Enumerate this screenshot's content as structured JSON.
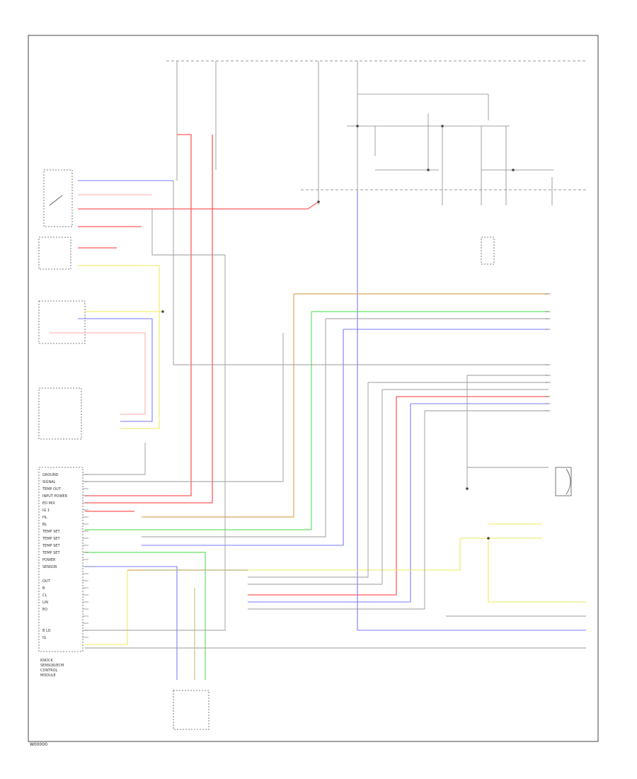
{
  "components": {
    "module": {
      "title": [
        "KNOCK",
        "SENSOR/ECM",
        "CONTROL",
        "MODULE"
      ],
      "pins": [
        "GROUND",
        "SIGNAL",
        "TEMP OUT",
        "INPUT POWER",
        "EO MIX",
        "IG 1",
        "HL",
        "BL",
        "TEMP SET",
        "TEMP SET",
        "TEMP SET",
        "TEMP SET",
        "POWER",
        "SENSOR",
        "",
        "OUT",
        "B",
        "CL",
        "LIN",
        "EO",
        "",
        "",
        "B LO",
        "IG"
      ]
    },
    "footer_code": "W00000"
  },
  "wire_colors": {
    "red": "#ff5a5a",
    "blue": "#7a7aff",
    "yellow": "#f2ee7a",
    "green": "#66e066",
    "orange": "#d9a65c",
    "gray": "#9a9a9a",
    "pink": "#ffaaaa",
    "olive": "#b8b870"
  }
}
